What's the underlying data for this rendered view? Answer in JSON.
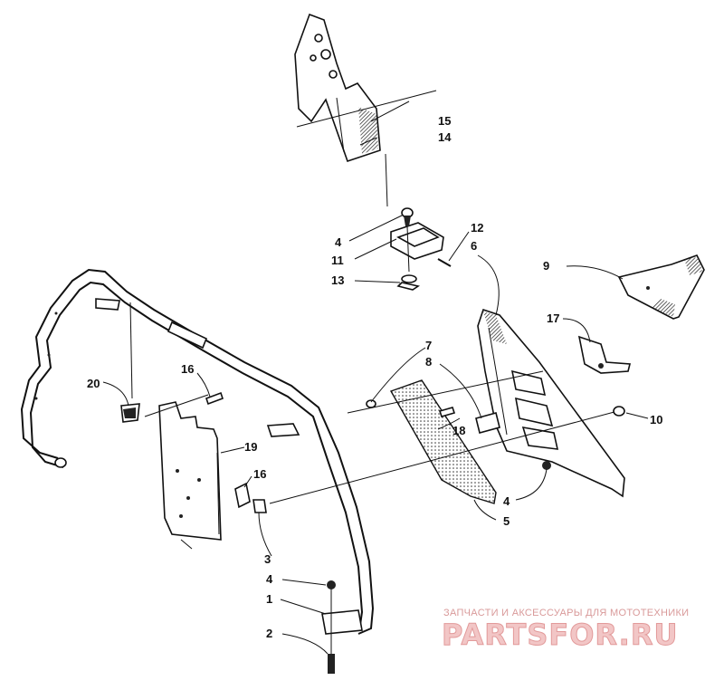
{
  "callouts": {
    "c1": "1",
    "c2": "2",
    "c3": "3",
    "c4a": "4",
    "c4b": "4",
    "c4c": "4",
    "c5": "5",
    "c6": "6",
    "c7": "7",
    "c8": "8",
    "c9": "9",
    "c10": "10",
    "c11": "11",
    "c12": "12",
    "c13": "13",
    "c14": "14",
    "c15": "15",
    "c16a": "16",
    "c16b": "16",
    "c17": "17",
    "c18": "18",
    "c19": "19",
    "c20": "20"
  },
  "watermark": {
    "tagline": "ЗАПЧАСТИ И АКСЕССУАРЫ ДЛЯ МОТОТЕХНИКИ",
    "brand": "PARTSFOR.RU"
  }
}
